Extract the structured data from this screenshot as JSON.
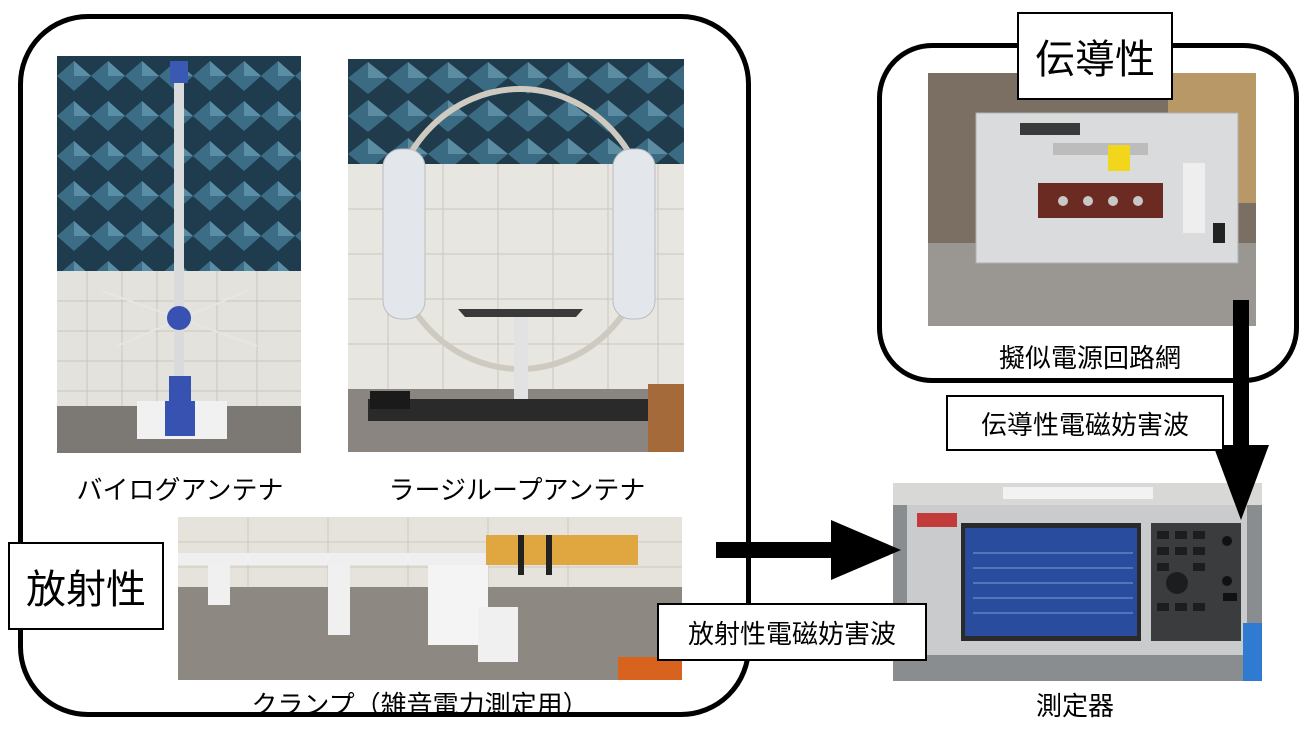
{
  "heading": "",
  "radiated": {
    "group_label": "放射性",
    "antenna_bilog_caption": "バイログアンテナ",
    "antenna_loop_caption": "ラージループアンテナ",
    "clamp_caption": "クランプ（雑音電力測定用）",
    "wave_label": "放射性電磁妨害波"
  },
  "conducted": {
    "group_label": "伝導性",
    "lisn_caption": "擬似電源回路網",
    "wave_label": "伝導性電磁妨害波"
  },
  "receiver": {
    "caption": "測定器"
  },
  "colors": {
    "anechoic_blue": "#2f5468",
    "wall_white": "#e9e7e2",
    "floor_gray": "#8a8580",
    "instrument_gray": "#c9cbcc",
    "screen_blue": "#2a4c9e",
    "clamp_orange": "#e0a640"
  }
}
